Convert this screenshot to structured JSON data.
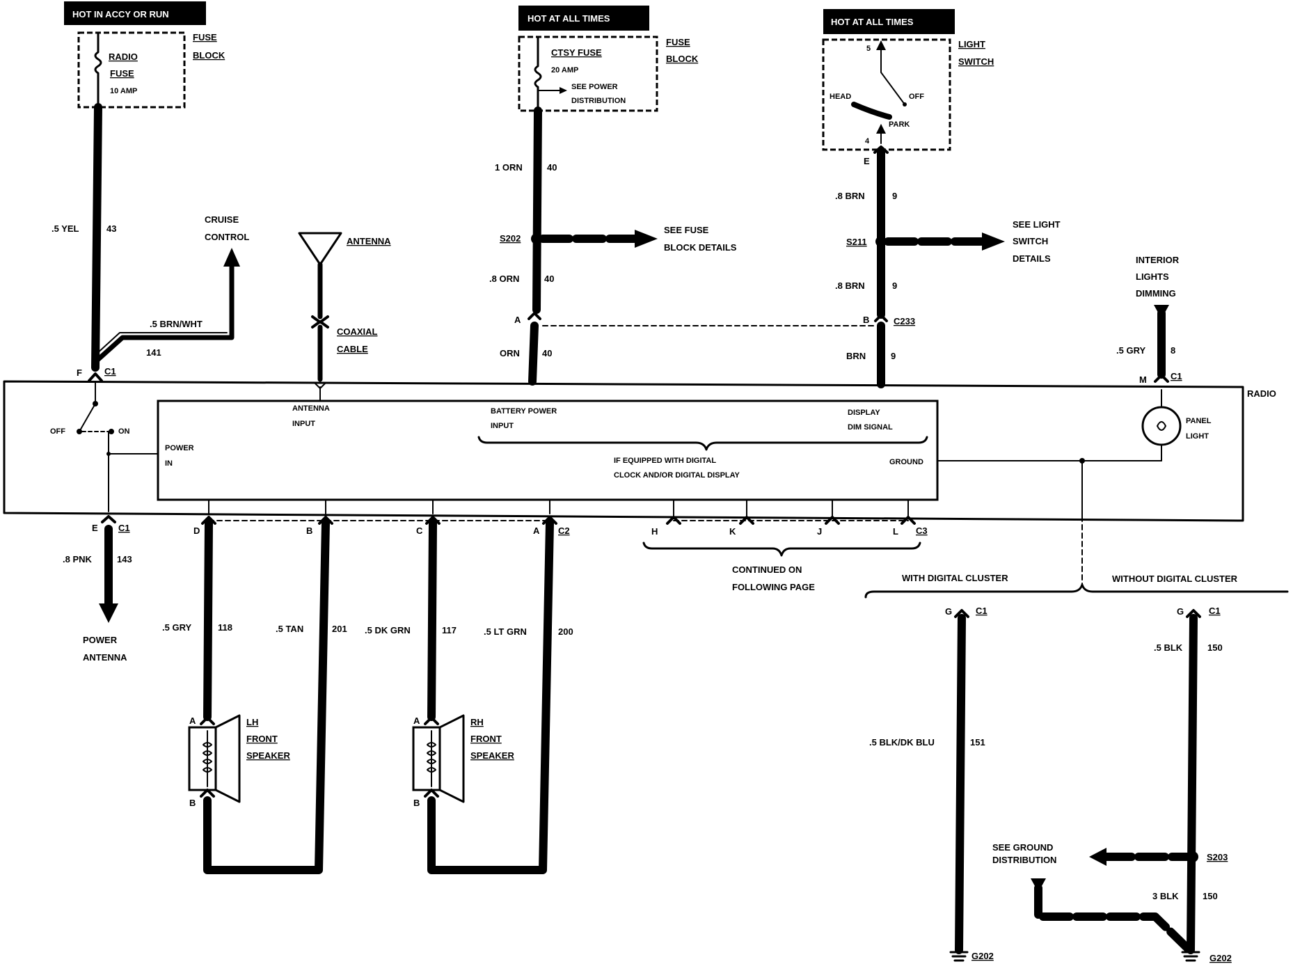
{
  "badges": {
    "accy": "HOT IN ACCY OR RUN",
    "fuse_hot": "HOT AT ALL TIMES",
    "light_hot": "HOT AT ALL TIMES"
  },
  "fuse_block_1": {
    "label1": "FUSE",
    "label2": "BLOCK",
    "fuse1": "RADIO",
    "fuse2": "FUSE",
    "amp": "10 AMP"
  },
  "fuse_block_2": {
    "label1": "FUSE",
    "label2": "BLOCK",
    "fuse": "CTSY FUSE",
    "amp": "20 AMP",
    "see1": "SEE POWER",
    "see2": "DISTRIBUTION"
  },
  "light_switch": {
    "label1": "LIGHT",
    "label2": "SWITCH",
    "pin_top": "5",
    "pin_bottom": "4",
    "head": "HEAD",
    "off": "OFF",
    "park": "PARK",
    "pin_e": "E"
  },
  "wires": {
    "yel_gauge": ".5 YEL",
    "yel_circuit": "43",
    "brnwht_gauge": ".5 BRN/WHT",
    "brnwht_circuit": "141",
    "cruise1": "CRUISE",
    "cruise2": "CONTROL",
    "orn1_gauge": "1 ORN",
    "orn1_circuit": "40",
    "s202": "S202",
    "see_fuse1": "SEE FUSE",
    "see_fuse2": "BLOCK DETAILS",
    "orn2_gauge": ".8 ORN",
    "orn2_circuit": "40",
    "orn3_gauge": "ORN",
    "orn3_circuit": "40",
    "brn1_gauge": ".8 BRN",
    "brn1_circuit": "9",
    "s211": "S211",
    "see_light1": "SEE LIGHT",
    "see_light2": "SWITCH",
    "see_light3": "DETAILS",
    "brn2_gauge": ".8 BRN",
    "brn2_circuit": "9",
    "brn3_gauge": "BRN",
    "brn3_circuit": "9",
    "c233_a": "A",
    "c233_b": "B",
    "c233": "C233",
    "antenna": "ANTENNA",
    "coax1": "COAXIAL",
    "coax2": "CABLE",
    "idim1": "INTERIOR",
    "idim2": "LIGHTS",
    "idim3": "DIMMING",
    "gry_gauge": ".5 GRY",
    "gry_circuit": "8"
  },
  "radio": {
    "label": "RADIO",
    "c1_f": "F",
    "c1": "C1",
    "c1_m": "M",
    "c1_m_label": "C1",
    "off": "OFF",
    "on": "ON",
    "power_in1": "POWER",
    "power_in2": "IN",
    "ant_in1": "ANTENNA",
    "ant_in2": "INPUT",
    "bat1": "BATTERY POWER",
    "bat2": "INPUT",
    "dim1": "DISPLAY",
    "dim2": "DIM SIGNAL",
    "digital1": "IF EQUIPPED WITH DIGITAL",
    "digital2": "CLOCK AND/OR DIGITAL DISPLAY",
    "ground": "GROUND",
    "panel1": "PANEL",
    "panel2": "LIGHT"
  },
  "bottom": {
    "e": "E",
    "c1": "C1",
    "pnk_gauge": ".8 PNK",
    "pnk_circuit": "143",
    "pa1": "POWER",
    "pa2": "ANTENNA",
    "d": "D",
    "b": "B",
    "c": "C",
    "a": "A",
    "c2": "C2",
    "h": "H",
    "k": "K",
    "j": "J",
    "l": "L",
    "c3": "C3",
    "cont1": "CONTINUED ON",
    "cont2": "FOLLOWING PAGE",
    "gry_gauge": ".5 GRY",
    "gry_circuit": "118",
    "tan_gauge": ".5 TAN",
    "tan_circuit": "201",
    "dkgrn_gauge": ".5 DK GRN",
    "dkgrn_circuit": "117",
    "ltgrn_gauge": ".5 LT GRN",
    "ltgrn_circuit": "200",
    "lh1": "LH",
    "lh2": "FRONT",
    "lh3": "SPEAKER",
    "rh1": "RH",
    "rh2": "FRONT",
    "rh3": "SPEAKER",
    "spk_a": "A",
    "spk_b": "B",
    "with_dc": "WITH DIGITAL CLUSTER",
    "without_dc": "WITHOUT DIGITAL CLUSTER",
    "g": "G",
    "gc1": "C1",
    "blkdk_gauge": ".5 BLK/DK BLU",
    "blkdk_circuit": "151",
    "blk_gauge": ".5 BLK",
    "blk_circuit": "150",
    "s203": "S203",
    "see_gnd1": "SEE GROUND",
    "see_gnd2": "DISTRIBUTION",
    "blk3_gauge": "3 BLK",
    "blk3_circuit": "150",
    "g202": "G202"
  }
}
